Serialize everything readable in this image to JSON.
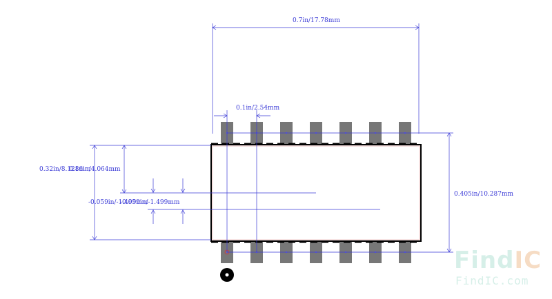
{
  "dimensions": {
    "overall_width": "0.7in/17.78mm",
    "pitch": "0.1in/2.54mm",
    "overall_height": "0.405in/10.287mm",
    "body_left_a": "0.32in/8.128mm",
    "body_left_b": "0.16in/4.064mm",
    "offset_a": "-0.059in/-1.499mm",
    "offset_b": "-0.059in/-1.499mm"
  },
  "watermark": {
    "brand_prefix": "Find",
    "brand_suffix": "IC",
    "url": "FindIC.com"
  },
  "colors": {
    "dimension": "#3a3ad6",
    "pad": "#777777",
    "outline": "#000000",
    "watermark_prefix": "#d6efe8",
    "watermark_suffix": "#f6dcc4"
  },
  "pins": {
    "top_count": 7,
    "bottom_count": 7
  }
}
